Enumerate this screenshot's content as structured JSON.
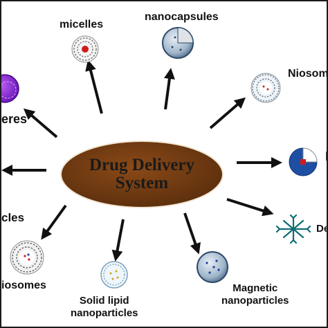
{
  "center": {
    "line1": "Drug Delivery",
    "line2": "System"
  },
  "labels": {
    "micelles": "micelles",
    "nanocapsules": "nanocapsules",
    "niosomes": "Niosom",
    "nanospheres": "eres",
    "nanoparticles_left": "cles",
    "liposomes": "iosomes",
    "solid_lipid_line1": "Solid lipid",
    "solid_lipid_line2": "nanoparticles",
    "magnetic_line1": "Magnetic",
    "magnetic_line2": "nanoparticles",
    "dendrimers": "De",
    "right_partial": "I"
  },
  "colors": {
    "ellipse": "#6e3a12",
    "arrow": "#111111",
    "nanosphere": "#7b22c4",
    "pacman": "#1f4fa3",
    "dendrimer": "#0e6d74"
  }
}
